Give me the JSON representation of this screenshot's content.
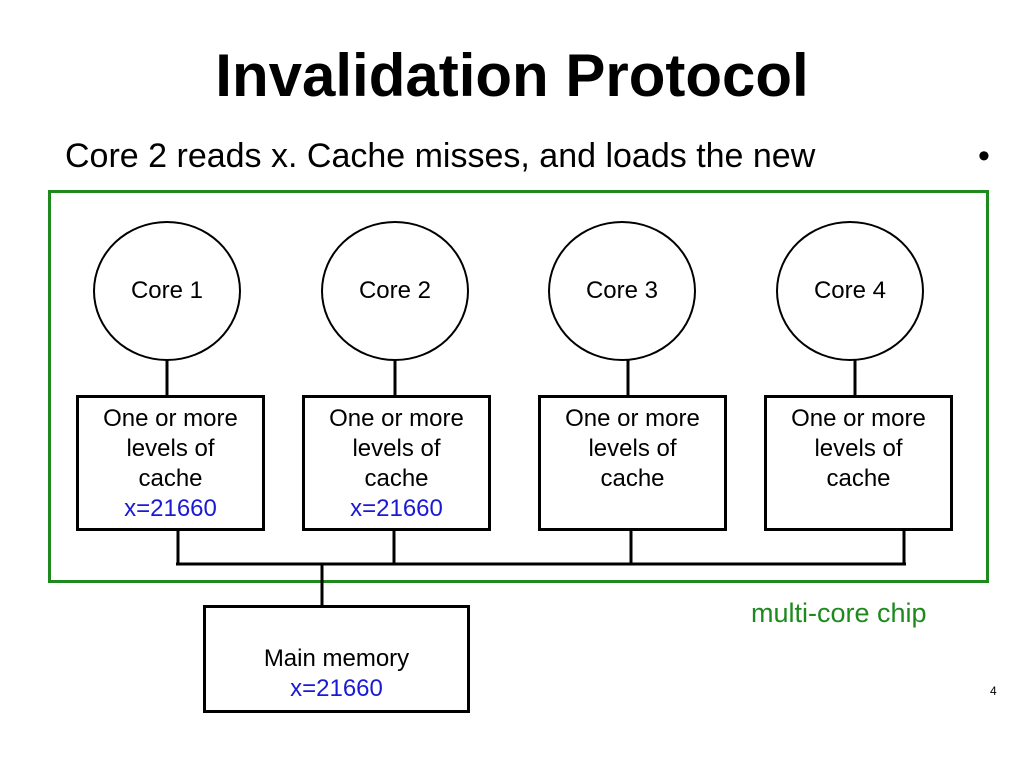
{
  "slide": {
    "title": "Invalidation Protocol",
    "subtitle": "Core 2 reads x. Cache misses, and loads the new",
    "bullet": "•",
    "page_number": "4"
  },
  "chip": {
    "label": "multi-core chip",
    "border_color": "#1e8a1e"
  },
  "colors": {
    "value_text": "#1a1ad6",
    "chip_green": "#1e8a1e"
  },
  "cores": [
    {
      "label": "Core 1",
      "cache_lines": [
        "One or more",
        "levels of",
        "cache"
      ],
      "cache_value": "x=21660"
    },
    {
      "label": "Core 2",
      "cache_lines": [
        "One or more",
        "levels of",
        "cache"
      ],
      "cache_value": "x=21660"
    },
    {
      "label": "Core 3",
      "cache_lines": [
        "One or more",
        "levels of",
        "cache"
      ],
      "cache_value": ""
    },
    {
      "label": "Core 4",
      "cache_lines": [
        "One or more",
        "levels of",
        "cache"
      ],
      "cache_value": ""
    }
  ],
  "memory": {
    "label": "Main memory",
    "value": "x=21660"
  }
}
